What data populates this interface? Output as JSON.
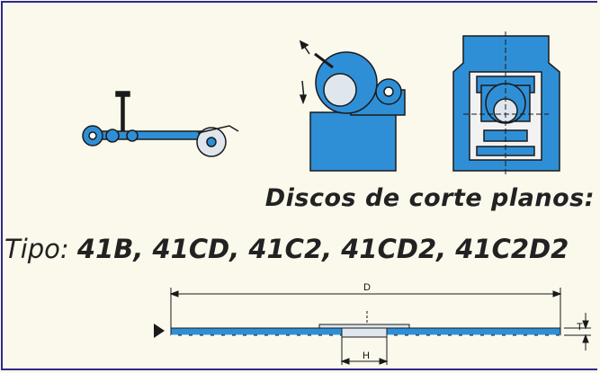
{
  "heading": "Discos de corte planos:",
  "type_label": "Tipo:",
  "type_values": "41B, 41CD, 41C2, 41CD2, 41C2D2",
  "dimensions": {
    "diameter": "D",
    "thickness": "T",
    "bore": "H"
  },
  "colors": {
    "machine_blue": "#2f8fd6",
    "dark_outline": "#1a1a1a",
    "border": "#2e2a8c",
    "background": "#fbf8ec"
  }
}
